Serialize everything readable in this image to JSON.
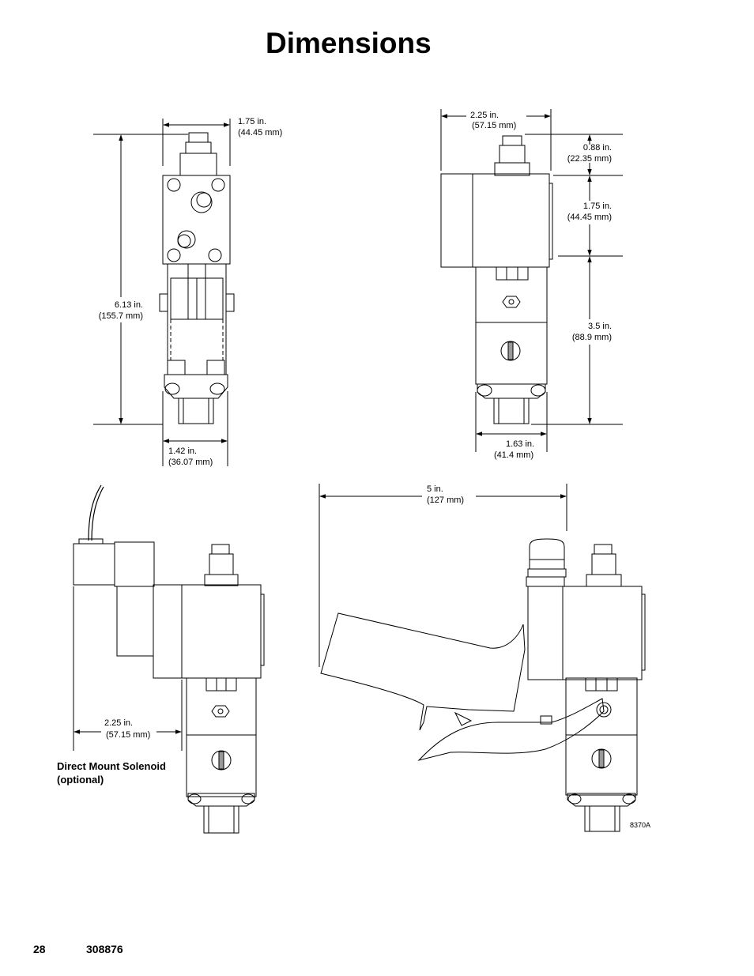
{
  "page": {
    "title": "Dimensions",
    "page_number": "28",
    "doc_number": "308876",
    "figure_id": "8370A",
    "callout": {
      "line1": "Direct Mount Solenoid",
      "line2": "(optional)"
    }
  },
  "dimensions": {
    "front_top_width": {
      "in": "1.75 in.",
      "mm": "(44.45 mm)"
    },
    "front_height": {
      "in": "6.13 in.",
      "mm": "(155.7 mm)"
    },
    "front_bottom_width": {
      "in": "1.42 in.",
      "mm": "(36.07 mm)"
    },
    "side_top_width": {
      "in": "2.25 in.",
      "mm": "(57.15 mm)"
    },
    "side_stem": {
      "in": "0.88 in.",
      "mm": "(22.35 mm)"
    },
    "side_head": {
      "in": "1.75 in.",
      "mm": "(44.45 mm)"
    },
    "side_body": {
      "in": "3.5 in.",
      "mm": "(88.9 mm)"
    },
    "side_bottom_width": {
      "in": "1.63 in.",
      "mm": "(41.4 mm)"
    },
    "solenoid_offset": {
      "in": "2.25 in.",
      "mm": "(57.15 mm)"
    },
    "handle_length": {
      "in": "5 in.",
      "mm": "(127 mm)"
    }
  },
  "icons": [
    "arrowhead-marker"
  ]
}
